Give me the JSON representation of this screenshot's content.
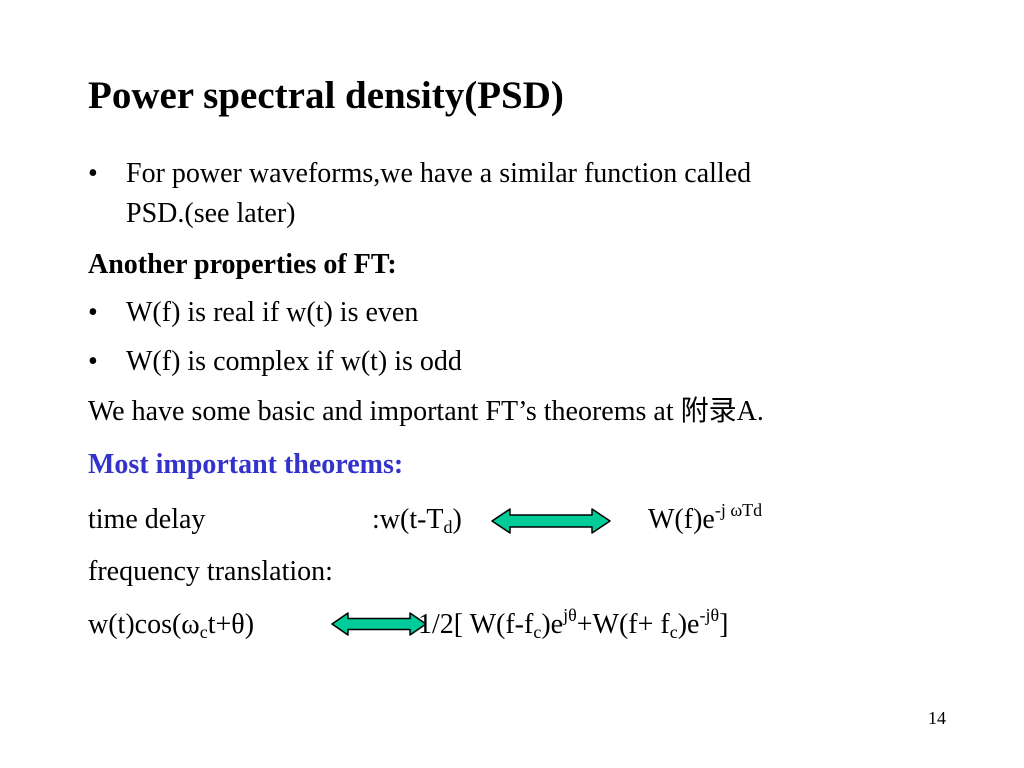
{
  "title": "Power spectral density(PSD)",
  "bullet_char": "•",
  "bullet1": {
    "line1": "For power waveforms,we have a similar function called",
    "line2": "PSD.(see later)"
  },
  "heading_properties": "Another properties of FT:",
  "bullet2": "W(f) is real if w(t) is even",
  "bullet3": "W(f) is complex if w(t) is odd",
  "theorems_line": "We have some basic and important FT’s theorems  at 附录A.",
  "heading_theorems": "Most important theorems:",
  "time_delay": {
    "label": "time delay",
    "lhs_prefix": ":w(t-T",
    "lhs_sub": "d",
    "lhs_suffix": ")",
    "rhs_base": "W(f)e",
    "rhs_sup": "-j ωTd"
  },
  "frequency_translation": "frequency translation:",
  "freq_formula": {
    "lhs_prefix": "w(t)cos(ω",
    "lhs_sub": "c",
    "lhs_suffix": "t+θ)",
    "rhs_p1": "1/2[ W(f-f",
    "rhs_sub1": "c",
    "rhs_p2": ")e",
    "rhs_sup1": "jθ",
    "rhs_p3": "+W(f+ f",
    "rhs_sub2": "c",
    "rhs_p4": ")e",
    "rhs_sup2": "-jθ",
    "rhs_p5": "]"
  },
  "page_number": "14",
  "colors": {
    "heading_blue": "#3333cc",
    "arrow_fill": "#00cc99",
    "arrow_stroke": "#000000"
  }
}
